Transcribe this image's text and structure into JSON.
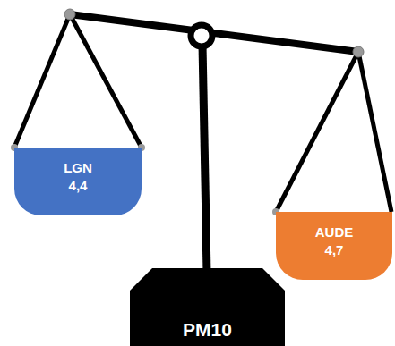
{
  "diagram": {
    "nodes": [
      {
        "text": [
          "LGN",
          "4,4"
        ]
      },
      {
        "text": [
          "AUDE",
          "4,7"
        ]
      },
      {
        "text": [
          "PM10"
        ]
      }
    ]
  }
}
